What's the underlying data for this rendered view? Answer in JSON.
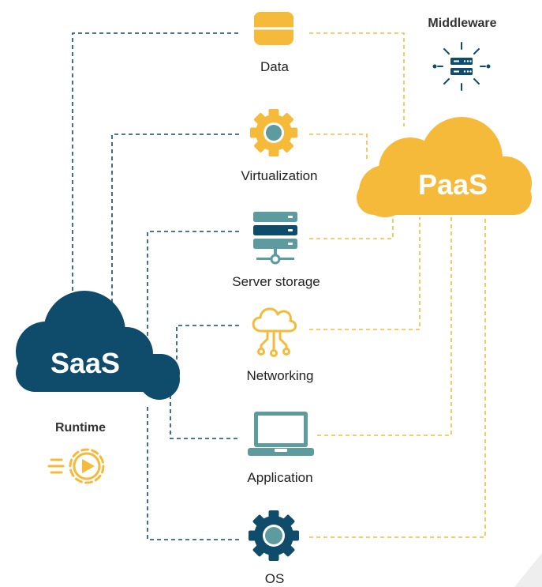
{
  "clouds": {
    "saas": {
      "label": "SaaS",
      "color": "#0f4c6c"
    },
    "paas": {
      "label": "PaaS",
      "color": "#f6ba3a"
    }
  },
  "labels": {
    "middleware": "Middleware",
    "runtime": "Runtime"
  },
  "components": [
    {
      "label": "Data",
      "icon": "database-icon"
    },
    {
      "label": "Virtualization",
      "icon": "gear-icon"
    },
    {
      "label": "Server storage",
      "icon": "server-icon"
    },
    {
      "label": "Networking",
      "icon": "cloud-network-icon"
    },
    {
      "label": "Application",
      "icon": "laptop-icon"
    },
    {
      "label": "OS",
      "icon": "gear-icon"
    }
  ],
  "colors": {
    "navy": "#0f4c6c",
    "yellow": "#f6ba3a",
    "teal": "#5d9b9e",
    "text": "#222222"
  }
}
